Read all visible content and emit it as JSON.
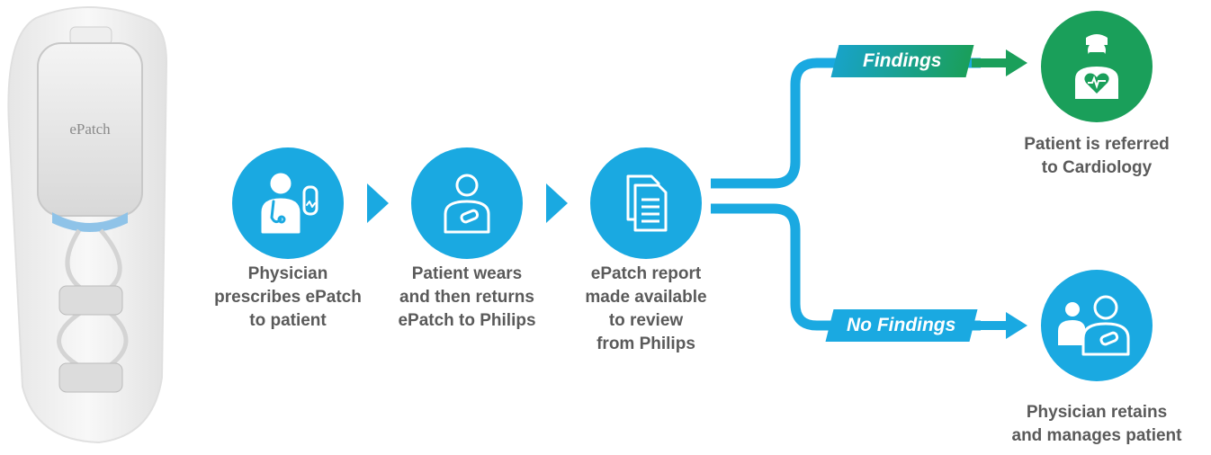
{
  "device": {
    "label": "ePatch"
  },
  "steps": [
    {
      "icon": "physician-icon",
      "caption": "Physician\nprescribes ePatch\nto patient"
    },
    {
      "icon": "patient-icon",
      "caption": "Patient wears\nand then returns\nePatch to Philips"
    },
    {
      "icon": "report-icon",
      "caption": "ePatch report\nmade available\nto review\nfrom Philips"
    }
  ],
  "branches": {
    "findings": {
      "label": "Findings",
      "icon": "cardiologist-icon",
      "caption": "Patient is referred\nto Cardiology"
    },
    "no_findings": {
      "label": "No Findings",
      "icon": "physician-patient-icon",
      "caption": "Physician retains\nand manages patient"
    }
  },
  "colors": {
    "primary_blue": "#1aa9e1",
    "findings_green": "#1a9f5a",
    "text_gray": "#5a5a5a"
  }
}
